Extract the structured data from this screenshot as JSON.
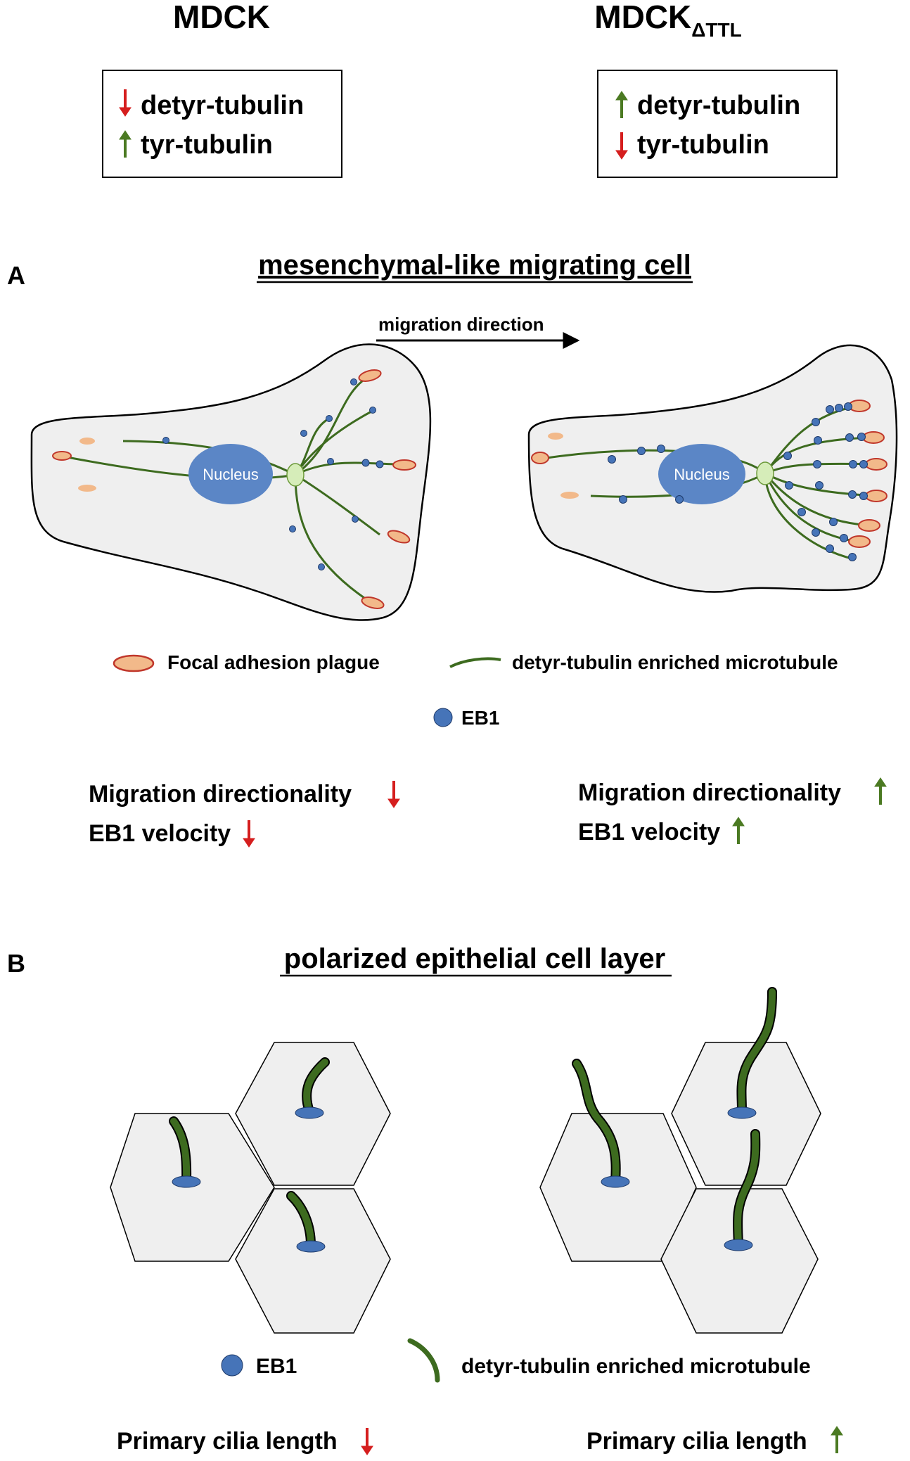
{
  "colors": {
    "red_arrow": "#d51e1e",
    "green_arrow": "#4b7a22",
    "cell_fill": "#efefef",
    "nucleus": "#5b86c6",
    "eb1": "#4674b8",
    "microtubule": "#3d6b1f",
    "focal_fill": "#f2b98a",
    "focal_border": "#c0372b",
    "centrosome": "#d6edb9"
  },
  "header": {
    "left_title": "MDCK",
    "right_title": "MDCK",
    "right_subscript": "ΔTTL",
    "left_box": [
      {
        "arrow": "down",
        "text": "detyr-tubulin"
      },
      {
        "arrow": "up",
        "text": "tyr-tubulin"
      }
    ],
    "right_box": [
      {
        "arrow": "up",
        "text": "detyr-tubulin"
      },
      {
        "arrow": "down",
        "text": "tyr-tubulin"
      }
    ]
  },
  "panel_a": {
    "letter": "A",
    "title": "mesenchymal-like migrating cell",
    "migration_label": "migration direction",
    "nucleus_label": "Nucleus",
    "legend": {
      "focal": "Focal adhesion plague",
      "microtubule": "detyr-tubulin enriched microtubule",
      "eb1": "EB1"
    },
    "left_metrics": [
      {
        "text": "Migration directionality",
        "arrow": "down"
      },
      {
        "text": "EB1 velocity",
        "arrow": "down"
      }
    ],
    "right_metrics": [
      {
        "text": "Migration directionality",
        "arrow": "up"
      },
      {
        "text": "EB1 velocity",
        "arrow": "up"
      }
    ]
  },
  "panel_b": {
    "letter": "B",
    "title": "polarized epithelial cell layer",
    "legend": {
      "eb1": "EB1",
      "microtubule": "detyr-tubulin enriched microtubule"
    },
    "left_metric": {
      "text": "Primary cilia length",
      "arrow": "down"
    },
    "right_metric": {
      "text": "Primary cilia length",
      "arrow": "up"
    }
  }
}
